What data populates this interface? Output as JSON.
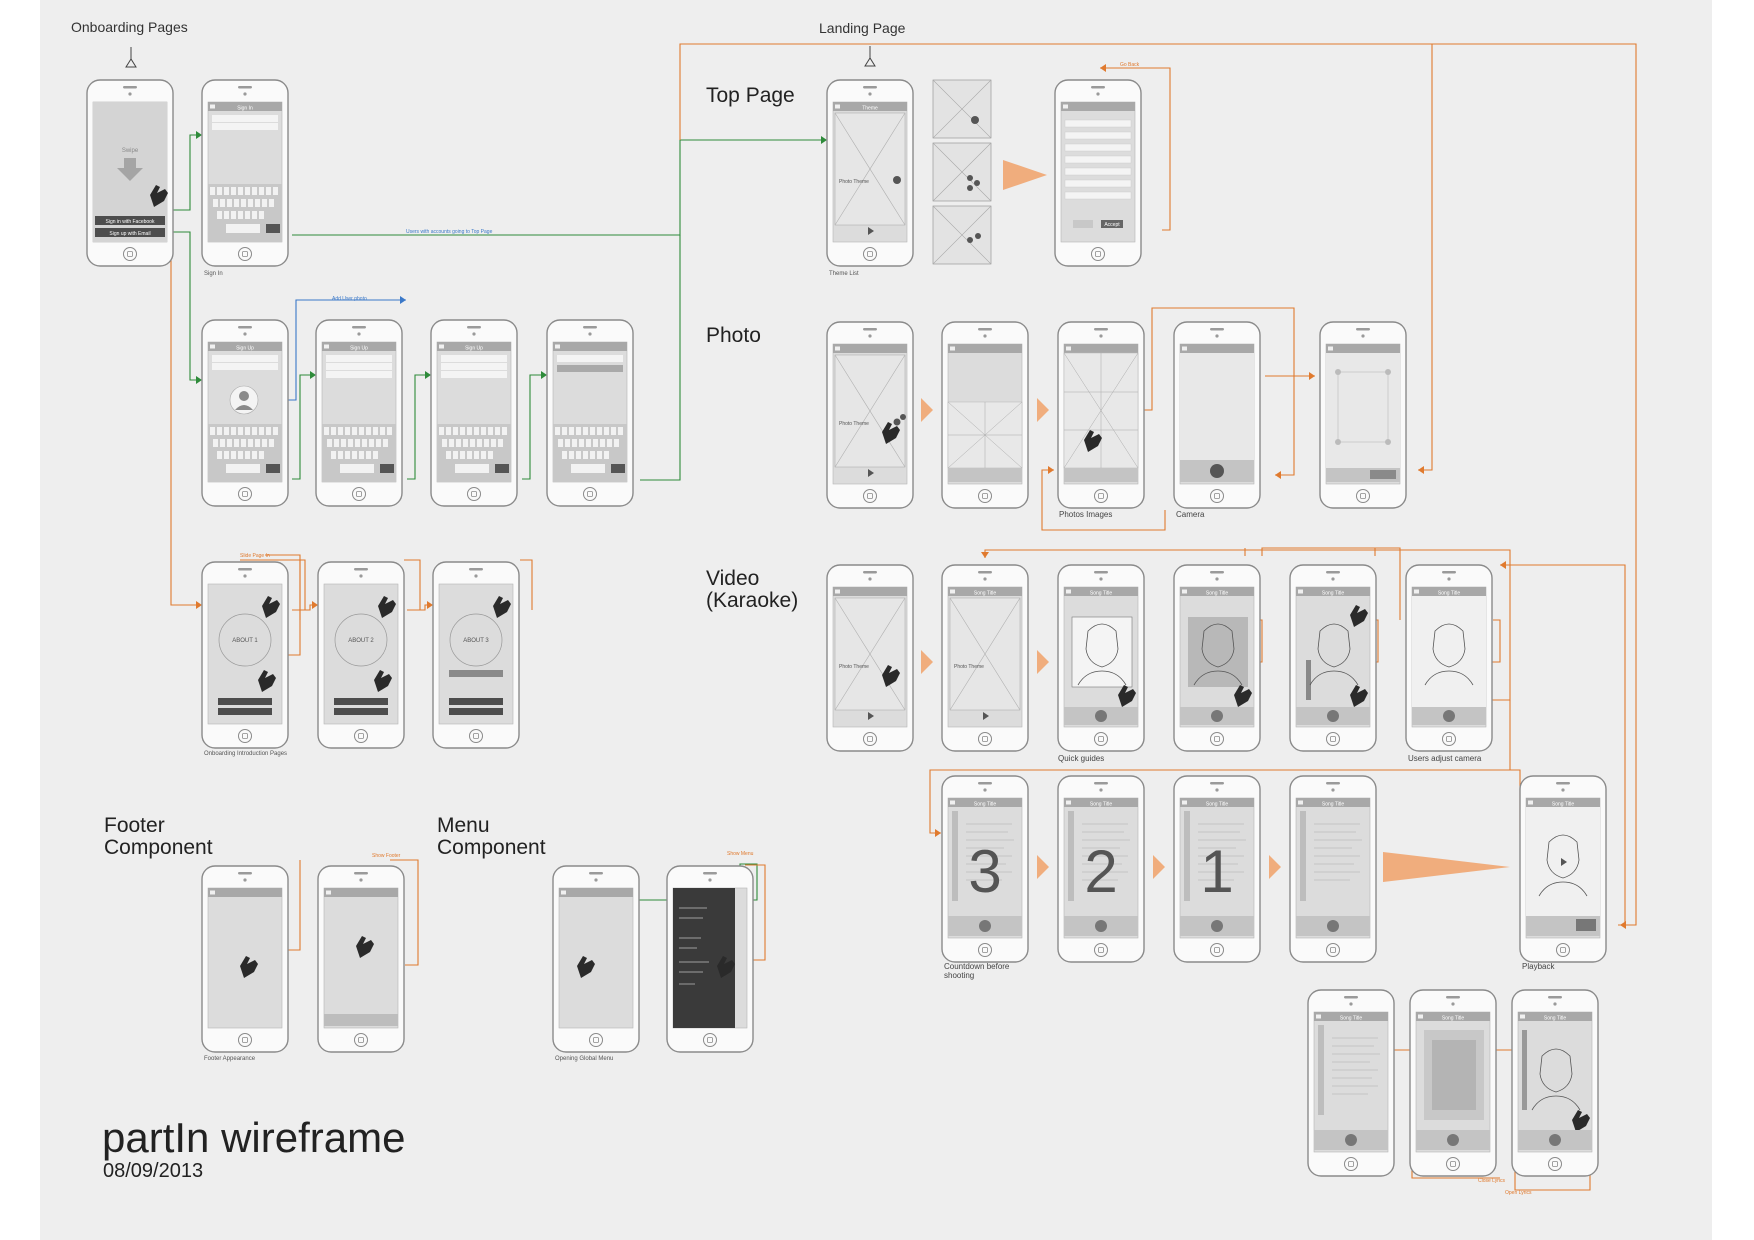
{
  "sections": {
    "onboarding_pages": "Onboarding Pages",
    "landing_page": "Landing Page",
    "top_page": "Top Page",
    "photo": "Photo",
    "video_line1": "Video",
    "video_line2": "(Karaoke)",
    "footer_line1": "Footer",
    "footer_line2": "Component",
    "menu_line1": "Menu",
    "menu_line2": "Component"
  },
  "captions": {
    "sign_in": "Sign In",
    "theme_list": "Theme List",
    "onboarding_intro": "Onboarding Introduction Pages",
    "photos_images": "Photos Images",
    "camera": "Camera",
    "quick_guides": "Quick guides",
    "users_adjust_camera": "Users adjust camera",
    "countdown_line1": "Countdown before",
    "countdown_line2": "shooting",
    "playback": "Playback",
    "footer_appearance": "Footer Appearance",
    "opening_global_menu": "Opening Global Menu"
  },
  "screen_text": {
    "swipe": "Swipe",
    "sign_in_facebook": "Sign in with Facebook",
    "sign_up_email": "Sign up with Email",
    "sign_in_title": "Sign In",
    "sign_up_title": "Sign Up",
    "theme_title": "Theme",
    "photo_theme": "Photo Theme",
    "about_1": "ABOUT 1",
    "about_2": "ABOUT 2",
    "about_3": "ABOUT 3",
    "song_title": "Song Title",
    "accept": "Accept",
    "space": "space",
    "next": "Next"
  },
  "countdown": [
    "3",
    "2",
    "1"
  ],
  "arrow_notes": {
    "users_with_accounts": "Users with accounts going to Top Page",
    "add_photo": "Add User photo",
    "go_back": "Go Back",
    "slide_page": "Slide Page In",
    "show_footer": "Show Footer",
    "show_menu": "Show Menu",
    "close_lyrics": "Close Lyrics",
    "open_lyrics": "Open Lyrics"
  },
  "title": "partIn wireframe",
  "date": "08/09/2013",
  "colors": {
    "sheet": "#eeeeee",
    "phone_outline": "#8a8a8a",
    "screen": "#dcdcdc",
    "orange": "#e07a2e",
    "green": "#2e8b3a",
    "blue": "#3a78c8",
    "dark_menu": "#3a3a3a"
  }
}
